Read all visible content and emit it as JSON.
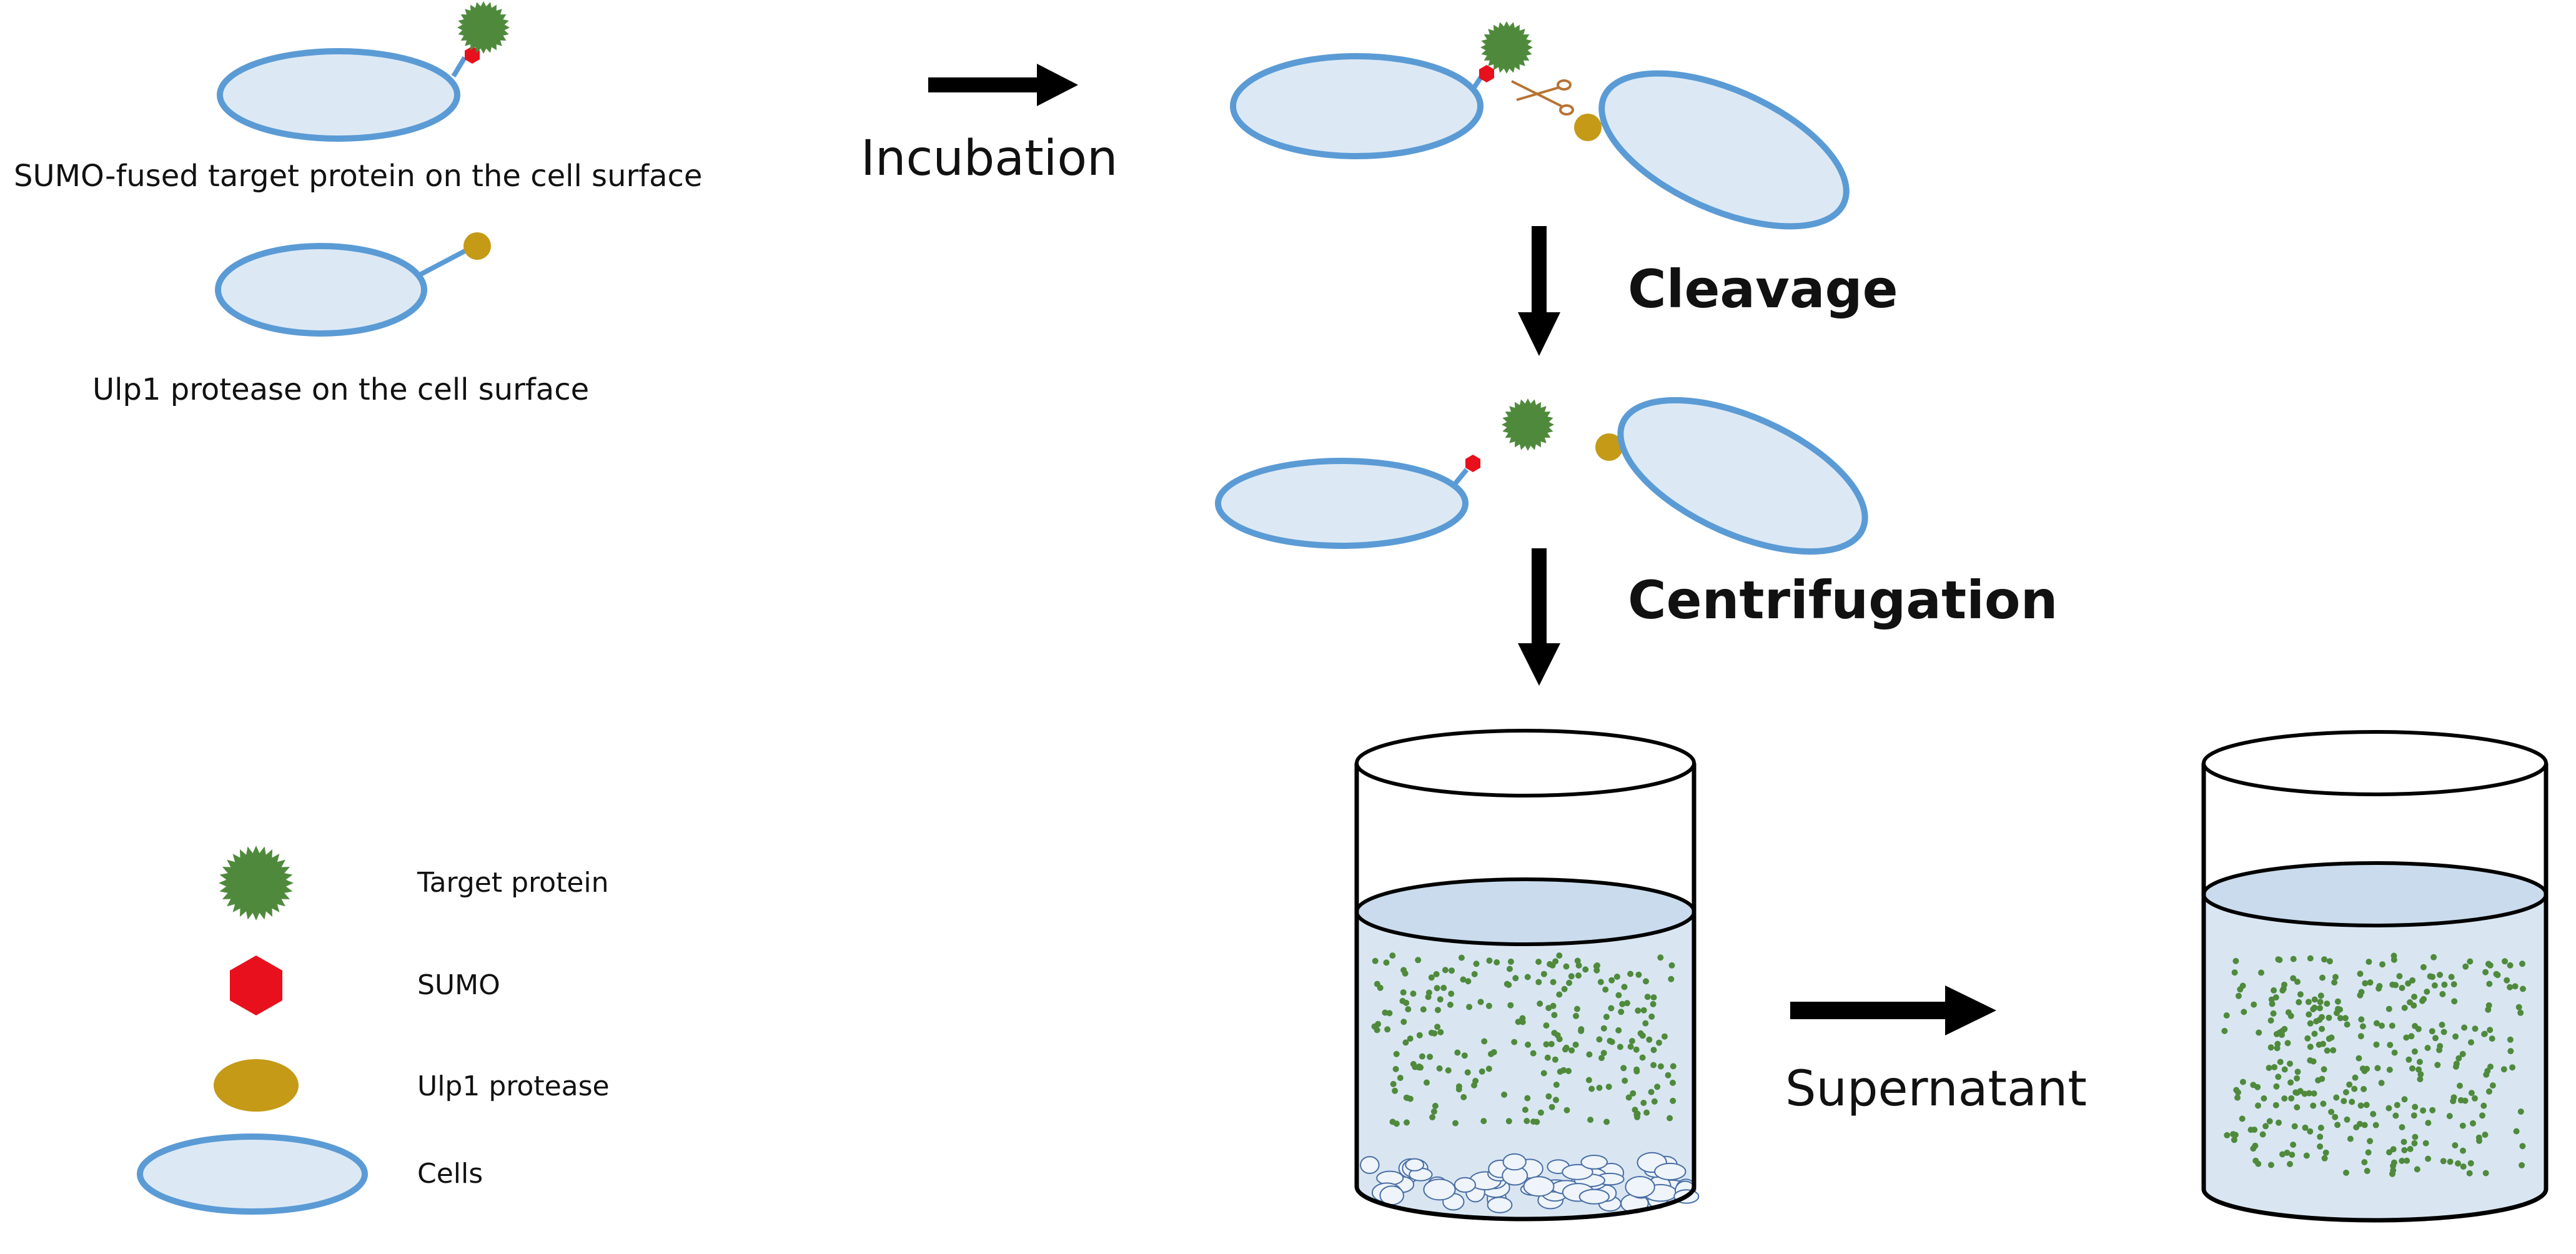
{
  "labels": {
    "sumo_cell": "SUMO-fused target protein on the cell surface",
    "ulp1_cell": "Ulp1 protease on the cell surface"
  },
  "steps": {
    "incubation": "Incubation",
    "cleavage": "Cleavage",
    "centrifugation": "Centrifugation",
    "supernatant": "Supernatant"
  },
  "legend": [
    {
      "icon": "target-protein",
      "label": "Target protein"
    },
    {
      "icon": "sumo",
      "label": "SUMO"
    },
    {
      "icon": "ulp1-protease",
      "label": "Ulp1 protease"
    },
    {
      "icon": "cell",
      "label": "Cells"
    }
  ],
  "colors": {
    "target_protein": "#4f8a3c",
    "sumo": "#e8101c",
    "ulp1_protease": "#c49a17",
    "cell_fill": "#dce9f5",
    "cell_outline": "#5b9bd5",
    "liquid": "#d9e6f2",
    "arrow": "#000000"
  }
}
